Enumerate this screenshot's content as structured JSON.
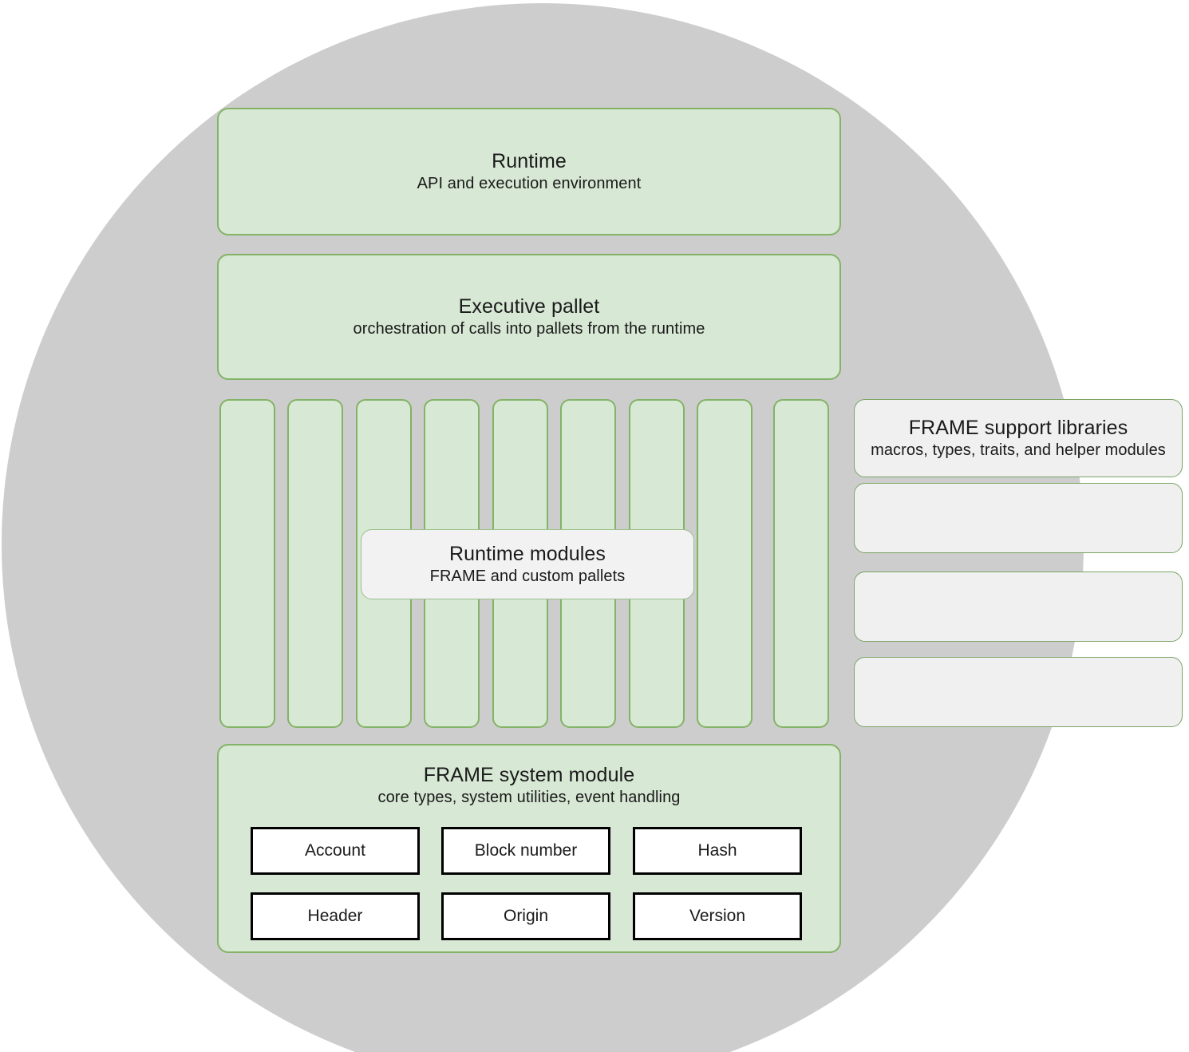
{
  "diagram": {
    "background_circle_color": "#cdcdcd",
    "accent_green_fill": "#d7e8d4",
    "accent_green_border": "#83b366",
    "grey_fill": "#f0f0f0",
    "page_background": "#ffffff"
  },
  "runtime": {
    "title": "Runtime",
    "subtitle": "API and execution environment"
  },
  "executive": {
    "title": "Executive pallet",
    "subtitle": "orchestration of calls into pallets from the runtime"
  },
  "runtime_modules": {
    "title": "Runtime modules",
    "subtitle": "FRAME and custom pallets",
    "bar_count": 9
  },
  "support": {
    "title": "FRAME support libraries",
    "subtitle": "macros, types, traits, and helper modules",
    "extra_panels": [
      "",
      "",
      ""
    ]
  },
  "system_module": {
    "title": "FRAME system module",
    "subtitle": "core types, system utilities, event handling",
    "types": [
      "Account",
      "Block number",
      "Hash",
      "Header",
      "Origin",
      "Version"
    ]
  }
}
